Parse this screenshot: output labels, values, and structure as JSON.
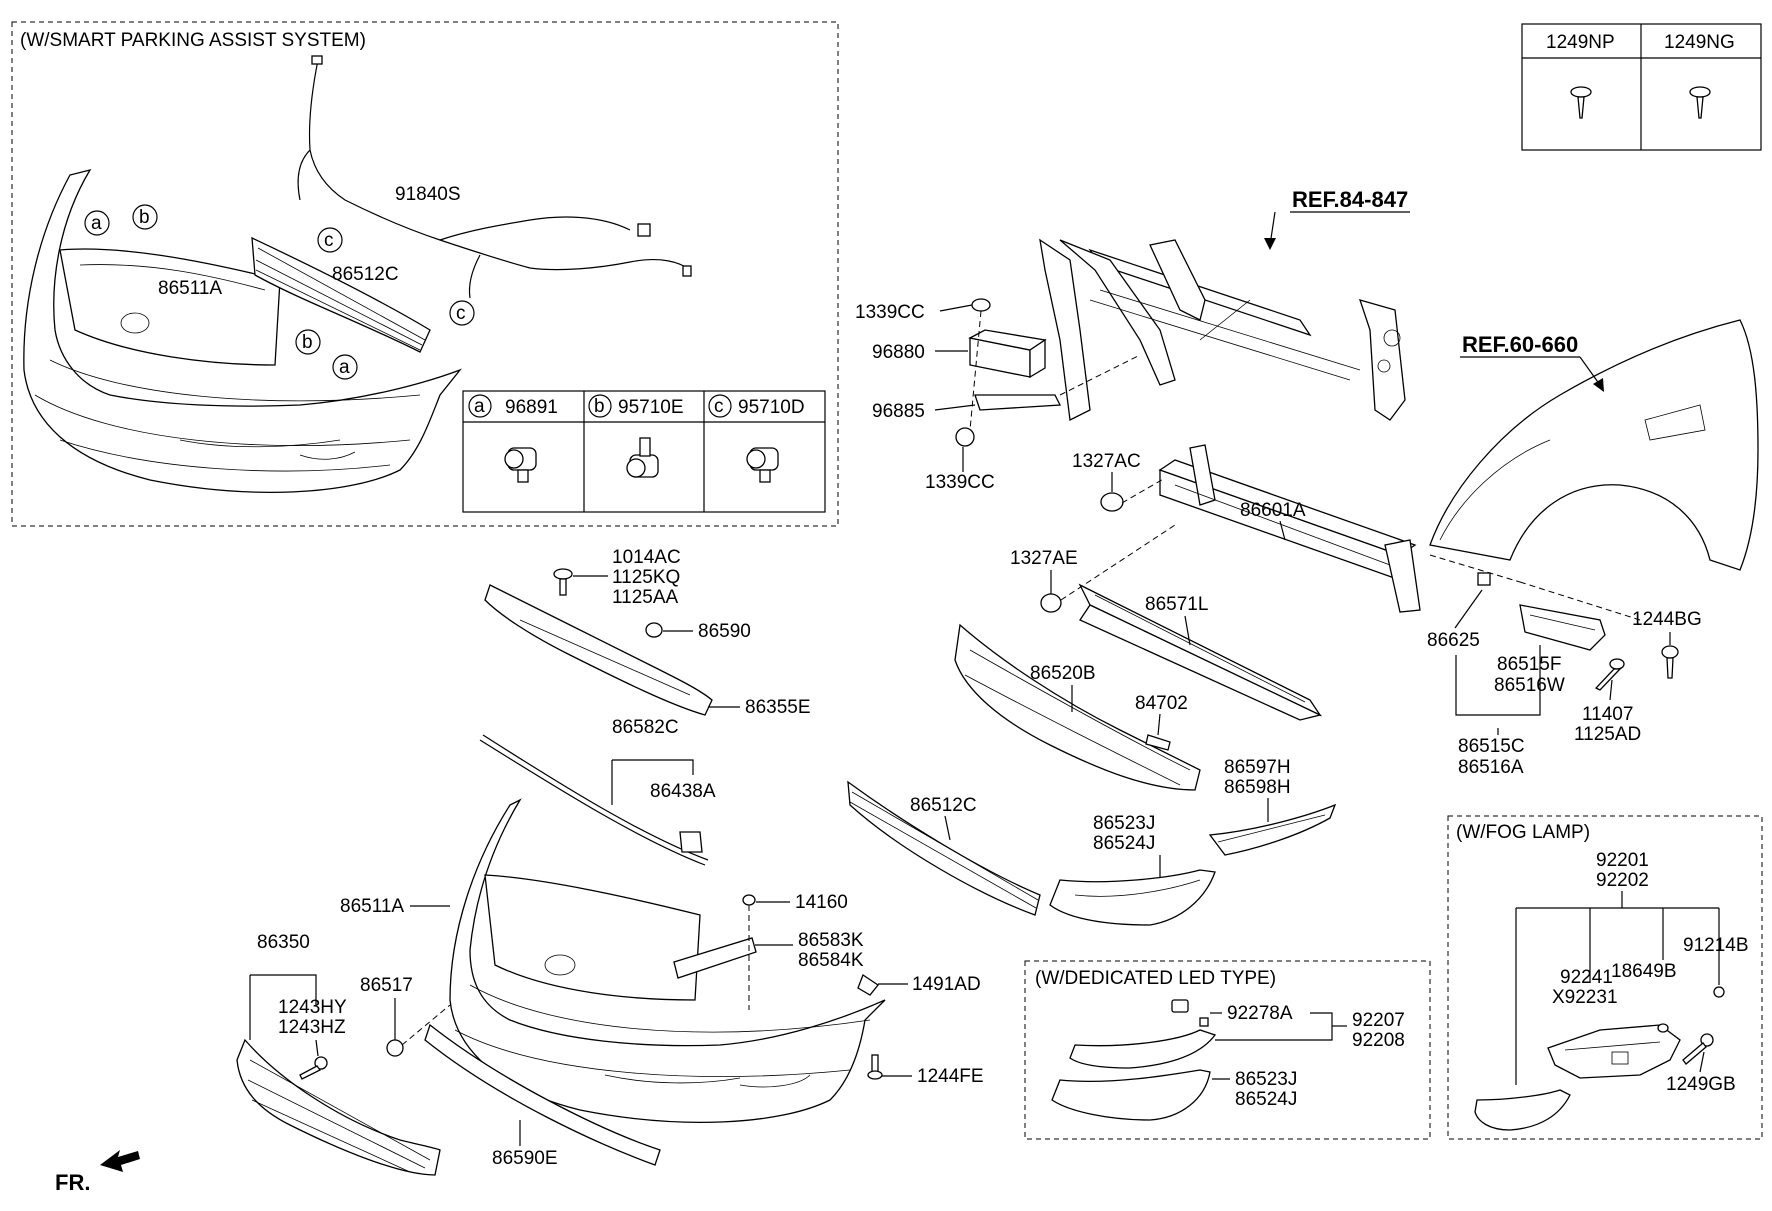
{
  "sections": {
    "smart_parking": "(W/SMART PARKING ASSIST SYSTEM)",
    "fog_lamp": "(W/FOG LAMP)",
    "dedicated_led": "(W/DEDICATED LED TYPE)"
  },
  "refs": {
    "frame": "REF.84-847",
    "fender": "REF.60-660"
  },
  "screw_table": {
    "col1": "1249NP",
    "col2": "1249NG"
  },
  "sensor_table": {
    "a_letter": "a",
    "a_part": "96891",
    "b_letter": "b",
    "b_part": "95710E",
    "c_letter": "c",
    "c_part": "95710D"
  },
  "callouts": {
    "a": "a",
    "b": "b",
    "c": "c"
  },
  "labels": {
    "p91840S": "91840S",
    "p86511A": "86511A",
    "p86512C": "86512C",
    "p1339CC": "1339CC",
    "p96880": "96880",
    "p96885": "96885",
    "p1327AC": "1327AC",
    "p86601A": "86601A",
    "p1327AE": "1327AE",
    "p86571L": "86571L",
    "p86520B": "86520B",
    "p84702": "84702",
    "p86625": "86625",
    "p86515F": "86515F",
    "p86516W": "86516W",
    "p1244BG": "1244BG",
    "p11407": "11407",
    "p1125AD": "1125AD",
    "p86515C": "86515C",
    "p86516A": "86516A",
    "p1014AC": "1014AC",
    "p1125KQ": "1125KQ",
    "p1125AA": "1125AA",
    "p86590": "86590",
    "p86355E": "86355E",
    "p86582C": "86582C",
    "p86438A": "86438A",
    "p86597H": "86597H",
    "p86598H": "86598H",
    "p86523J": "86523J",
    "p86524J": "86524J",
    "p14160": "14160",
    "p86583K": "86583K",
    "p86584K": "86584K",
    "p1491AD": "1491AD",
    "p86350": "86350",
    "p1243HY": "1243HY",
    "p1243HZ": "1243HZ",
    "p86517": "86517",
    "p1244FE": "1244FE",
    "p86590E": "86590E",
    "p92278A": "92278A",
    "p92207": "92207",
    "p92208": "92208",
    "p92201": "92201",
    "p92202": "92202",
    "p92241": "92241",
    "pX92231": "X92231",
    "p18649B": "18649B",
    "p91214B": "91214B",
    "p1249GB": "1249GB"
  },
  "fr_label": "FR."
}
